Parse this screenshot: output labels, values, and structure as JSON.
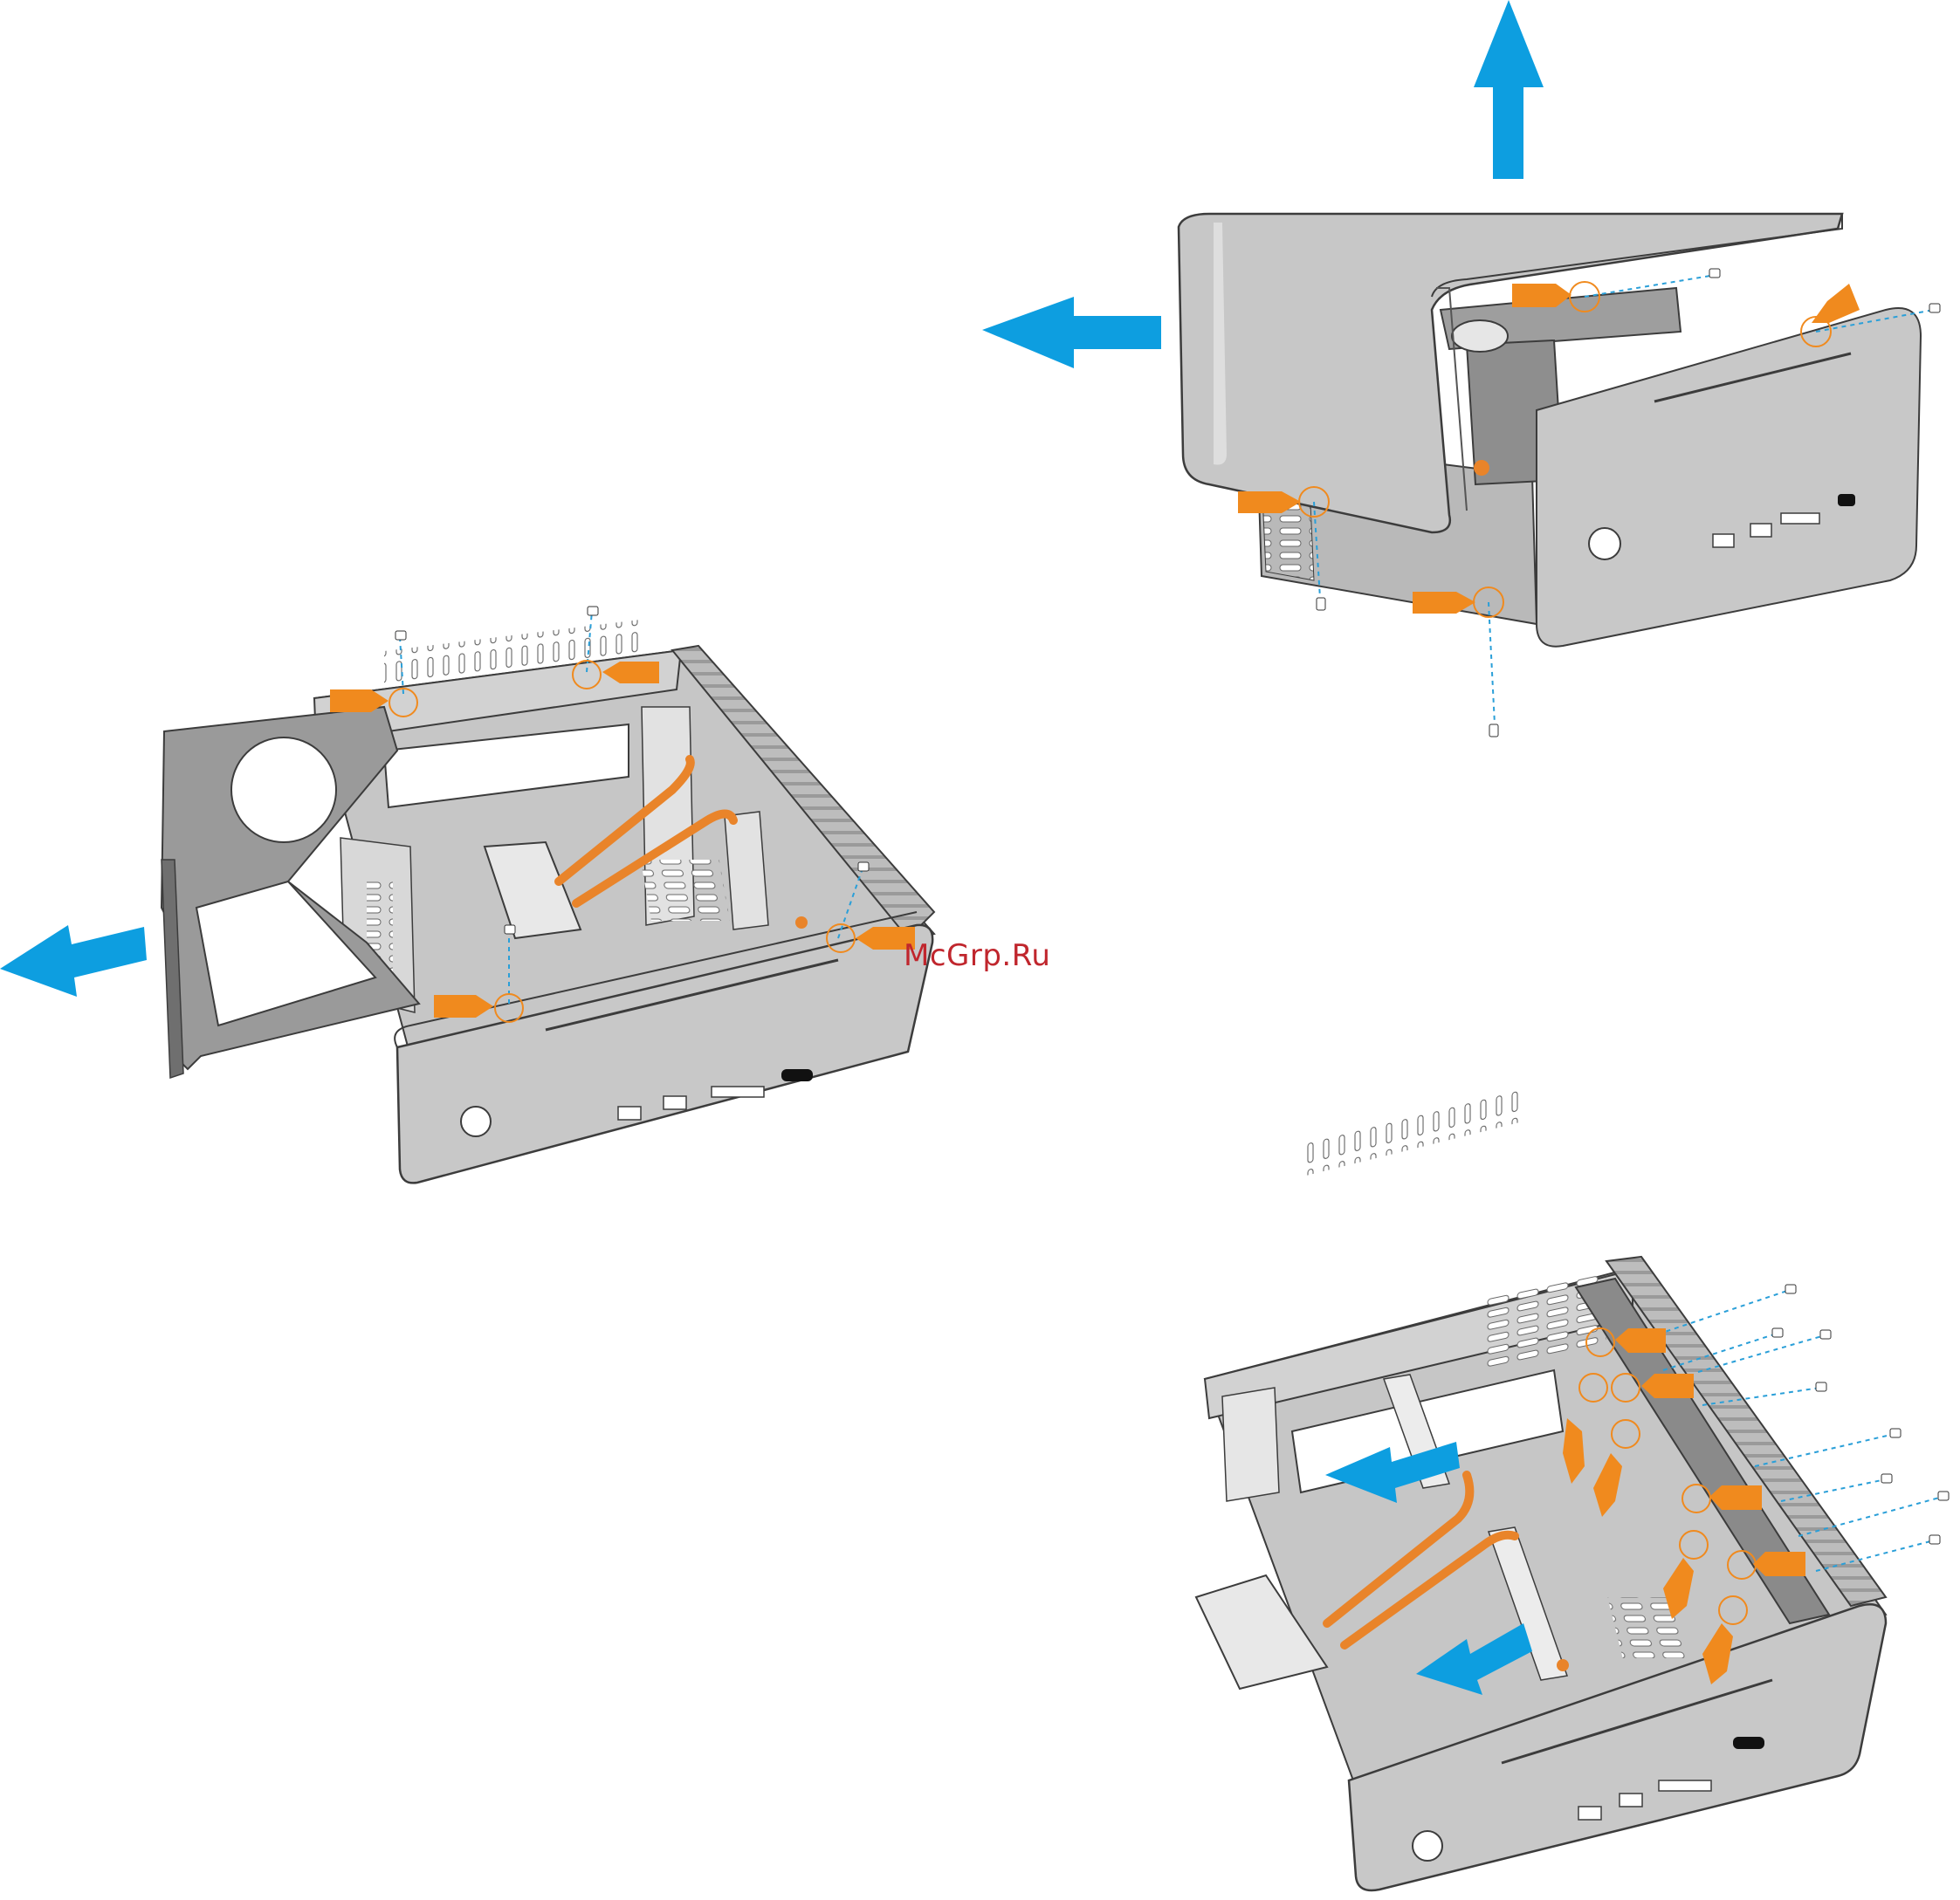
{
  "watermark": "McGrp.Ru",
  "colors": {
    "arrow_blue": "#0d9ee0",
    "marker_orange": "#f08a1e",
    "metal_light": "#cdcdcd",
    "metal_mid": "#b4b4b4",
    "metal_dark": "#8d8d8d",
    "outline": "#3c3c3c",
    "guide_line": "#2a9fd8",
    "heatpipe": "#e9842a"
  },
  "steps": [
    {
      "name": "remove-cover",
      "arrows": [
        "up",
        "left"
      ],
      "screw_count": 4
    },
    {
      "name": "remove-bracket",
      "arrows": [
        "left"
      ],
      "screw_count": 4
    },
    {
      "name": "remove-heatsink-panel",
      "arrows": [
        "left",
        "left"
      ],
      "screw_count": 8
    }
  ],
  "icons": [
    "direction-arrow-icon",
    "orange-pointer-icon",
    "screw-icon"
  ]
}
